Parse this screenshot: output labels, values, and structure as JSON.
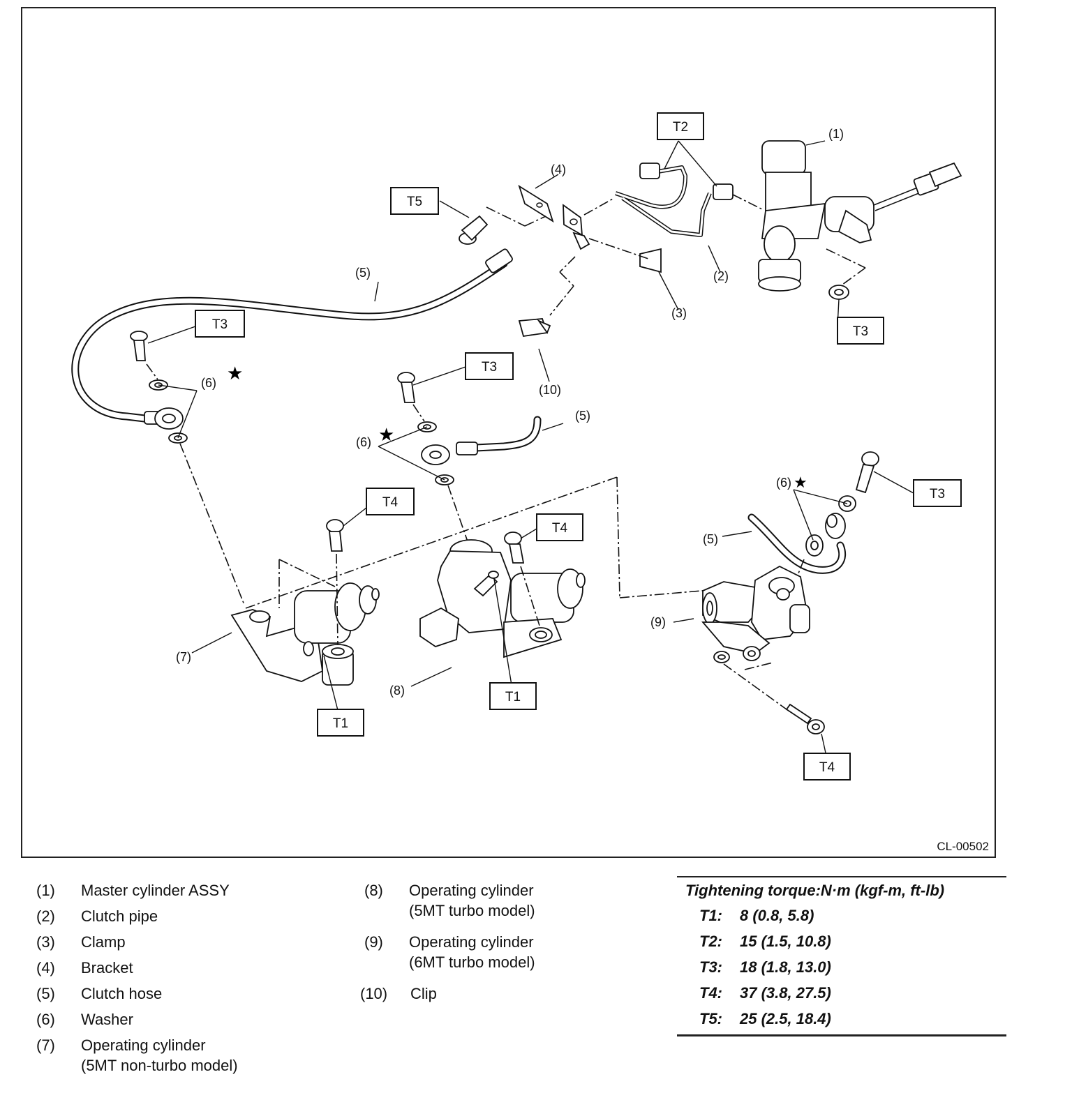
{
  "diagram": {
    "code": "CL-00502",
    "callouts": {
      "c1": "(1)",
      "c2": "(2)",
      "c3": "(3)",
      "c4": "(4)",
      "c5a": "(5)",
      "c5b": "(5)",
      "c5c": "(5)",
      "c6a": "(6)",
      "c6b": "(6)",
      "c6c": "(6)",
      "c7": "(7)",
      "c8": "(8)",
      "c9": "(9)",
      "c10": "(10)"
    },
    "torque_boxes": {
      "t2": "T2",
      "t5": "T5",
      "t3_master": "T3",
      "t3_left": "T3",
      "t3_mid": "T3",
      "t3_right": "T3",
      "t4_left": "T4",
      "t4_mid": "T4",
      "t4_bottom": "T4",
      "t1_left": "T1",
      "t1_mid": "T1"
    },
    "star": "★"
  },
  "legend": {
    "items": [
      {
        "num": "(1)",
        "text": "Master cylinder ASSY"
      },
      {
        "num": "(2)",
        "text": "Clutch pipe"
      },
      {
        "num": "(3)",
        "text": "Clamp"
      },
      {
        "num": "(4)",
        "text": "Bracket"
      },
      {
        "num": "(5)",
        "text": "Clutch hose"
      },
      {
        "num": "(6)",
        "text": "Washer"
      },
      {
        "num": "(7)",
        "text": "Operating cylinder",
        "text2": "(5MT non-turbo model)"
      },
      {
        "num": "(8)",
        "text": "Operating cylinder",
        "text2": "(5MT turbo model)"
      },
      {
        "num": "(9)",
        "text": "Operating cylinder",
        "text2": "(6MT turbo model)"
      },
      {
        "num": "(10)",
        "text": "Clip"
      }
    ]
  },
  "torque": {
    "heading": "Tightening torque:N·m (kgf-m, ft-lb)",
    "rows": [
      {
        "key": "T1:",
        "value": "8 (0.8, 5.8)"
      },
      {
        "key": "T2:",
        "value": "15 (1.5, 10.8)"
      },
      {
        "key": "T3:",
        "value": "18 (1.8, 13.0)"
      },
      {
        "key": "T4:",
        "value": "37 (3.8, 27.5)"
      },
      {
        "key": "T5:",
        "value": "25 (2.5, 18.4)"
      }
    ]
  }
}
